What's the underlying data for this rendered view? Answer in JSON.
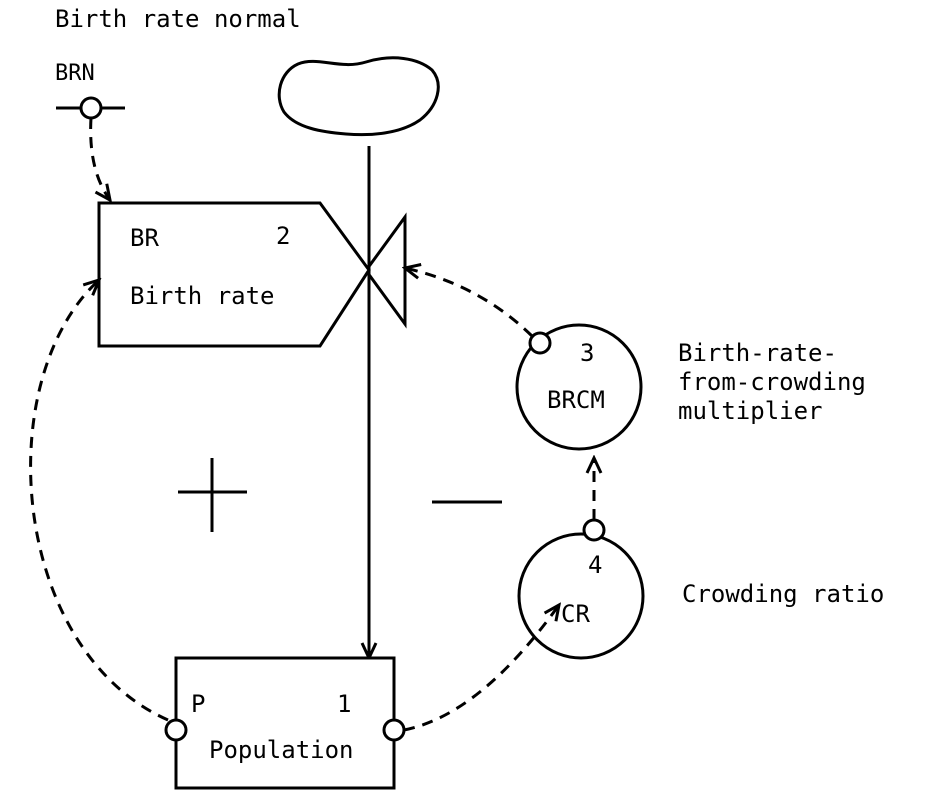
{
  "parameter": {
    "title": "Birth rate normal",
    "abbr": "BRN"
  },
  "rate": {
    "abbr": "BR",
    "number": "2",
    "name": "Birth rate"
  },
  "multiplier": {
    "number": "3",
    "abbr": "BRCM",
    "name_lines": [
      "Birth-rate-",
      "from-crowding",
      "multiplier"
    ]
  },
  "crowding": {
    "number": "4",
    "abbr": "CR",
    "name": "Crowding ratio"
  },
  "level": {
    "abbr": "P",
    "number": "1",
    "name": "Population"
  },
  "loops": {
    "positive": "+",
    "negative": "—"
  }
}
